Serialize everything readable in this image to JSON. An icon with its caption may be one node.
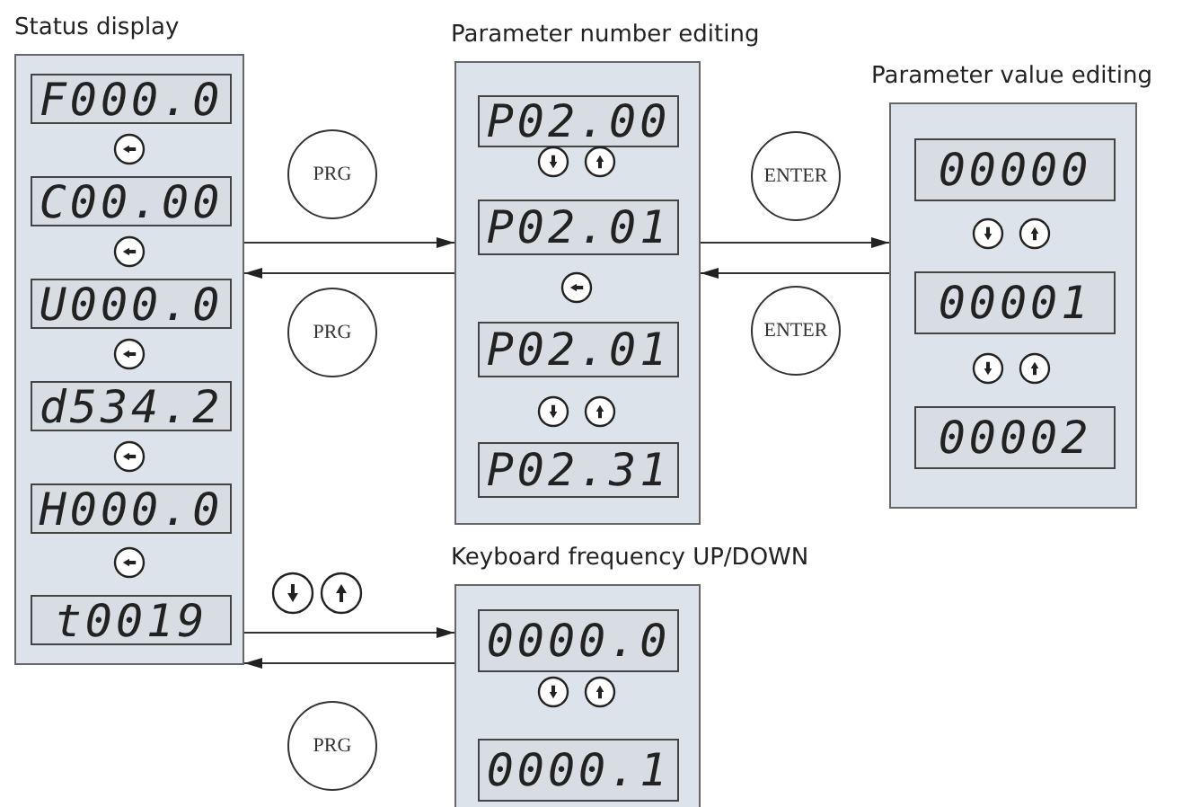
{
  "diagram": {
    "nodes": [
      {
        "text": [
          "Status display"
        ]
      },
      {
        "text": [
          "F000.0"
        ],
        "in": 0
      },
      {
        "text": [
          "C00.00"
        ],
        "in": 0
      },
      {
        "text": [
          "U000.0"
        ],
        "in": 0
      },
      {
        "text": [
          "d534.2"
        ],
        "in": 0
      },
      {
        "text": [
          "H000.0"
        ],
        "in": 0
      },
      {
        "text": [
          "t0019"
        ],
        "in": 0
      },
      {
        "text": [
          "PRG"
        ]
      },
      {
        "text": [
          "PRG"
        ]
      },
      {
        "text": [
          "Parameter number editing"
        ]
      },
      {
        "text": [
          "P02.00"
        ],
        "in": 9
      },
      {
        "text": [
          "P02.01"
        ],
        "in": 9
      },
      {
        "text": [
          "P02.01"
        ],
        "in": 9
      },
      {
        "text": [
          "P02.31"
        ],
        "in": 9
      },
      {
        "text": [
          "ENTER"
        ]
      },
      {
        "text": [
          "ENTER"
        ]
      },
      {
        "text": [
          "Parameter value editing"
        ]
      },
      {
        "text": [
          "00000"
        ],
        "in": 16
      },
      {
        "text": [
          "00001"
        ],
        "in": 16
      },
      {
        "text": [
          "00002"
        ],
        "in": 16
      },
      {
        "text": [
          "PRG"
        ]
      },
      {
        "text": [
          "Keyboard frequency UP/DOWN"
        ]
      },
      {
        "text": [
          "0000.0"
        ],
        "in": 21
      },
      {
        "text": [
          "0000.1"
        ],
        "in": 21
      }
    ],
    "edges": [
      {
        "from": 0,
        "to": 9,
        "arrow": "to"
      },
      {
        "from": 9,
        "to": 0,
        "arrow": "to"
      },
      {
        "from": 9,
        "to": 16,
        "arrow": "to"
      },
      {
        "from": 16,
        "to": 9,
        "arrow": "to"
      },
      {
        "from": 0,
        "to": 21,
        "arrow": "to"
      },
      {
        "from": 21,
        "to": 0,
        "arrow": "to"
      }
    ]
  }
}
